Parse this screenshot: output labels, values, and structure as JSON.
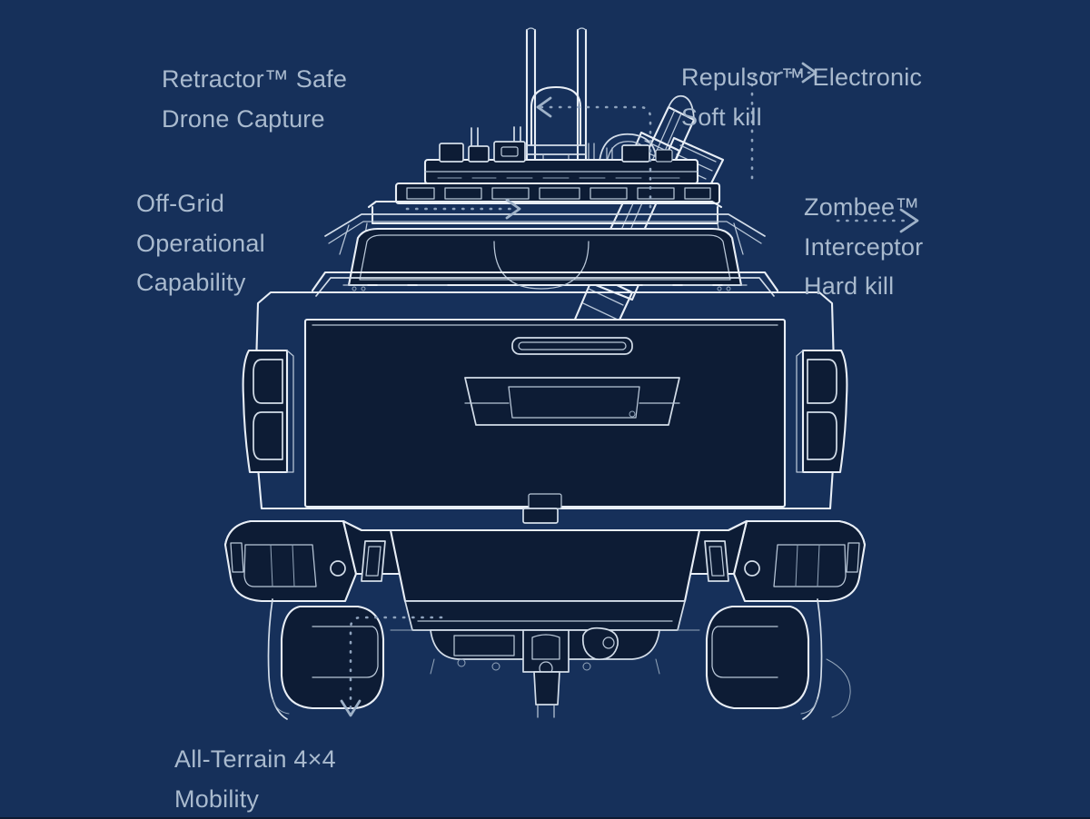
{
  "scene": {
    "subject": "counter-uas-pickup-truck-rear-view",
    "view": "rear elevation technical line drawing",
    "background_outer_hex": "#16305a",
    "background_inner_hex": "#0e1e38",
    "line_hex": "#e8eef6",
    "label_text_hex": "#a9bace",
    "leader_line_hex": "#8fa3bd"
  },
  "callouts": [
    {
      "id": "retractor",
      "lines": [
        "Retractor™ Safe",
        "Drone Capture"
      ],
      "side": "left",
      "arrow": "elbow-up-then-left",
      "arrow_direction": "left",
      "points_to": "roof-mounted capture module"
    },
    {
      "id": "offgrid",
      "lines": [
        "Off‑Grid",
        "Operational",
        "Capability"
      ],
      "side": "left",
      "arrow": "straight-horizontal",
      "arrow_direction": "right",
      "points_to": "vehicle power and roof equipment"
    },
    {
      "id": "allterrain",
      "lines": [
        "All‑Terrain 4×4",
        "Mobility"
      ],
      "side": "left-bottom",
      "arrow": "elbow-right-then-down",
      "arrow_direction": "down",
      "points_to": "wheel and mud flap"
    },
    {
      "id": "repulsor",
      "lines": [
        "Repulsor™ Electronic",
        "Soft kill"
      ],
      "side": "right",
      "arrow": "elbow-up-then-right",
      "arrow_direction": "right",
      "points_to": "roof-mounted jammer array"
    },
    {
      "id": "zombee",
      "lines": [
        "Zombee™",
        "Interceptor",
        "Hard kill"
      ],
      "side": "right",
      "arrow": "straight-horizontal",
      "arrow_direction": "right",
      "points_to": "angled interceptor launcher"
    }
  ],
  "vehicle_features": [
    "dual whip antenna masts",
    "radome dome",
    "roof rack with sensor pods",
    "angled interceptor launcher",
    "rear window",
    "tailgate with handle recess",
    "stacked rear taillights",
    "heavy-duty steel rear bumper",
    "tow hitch receiver",
    "mud flaps",
    "all-terrain tires"
  ]
}
